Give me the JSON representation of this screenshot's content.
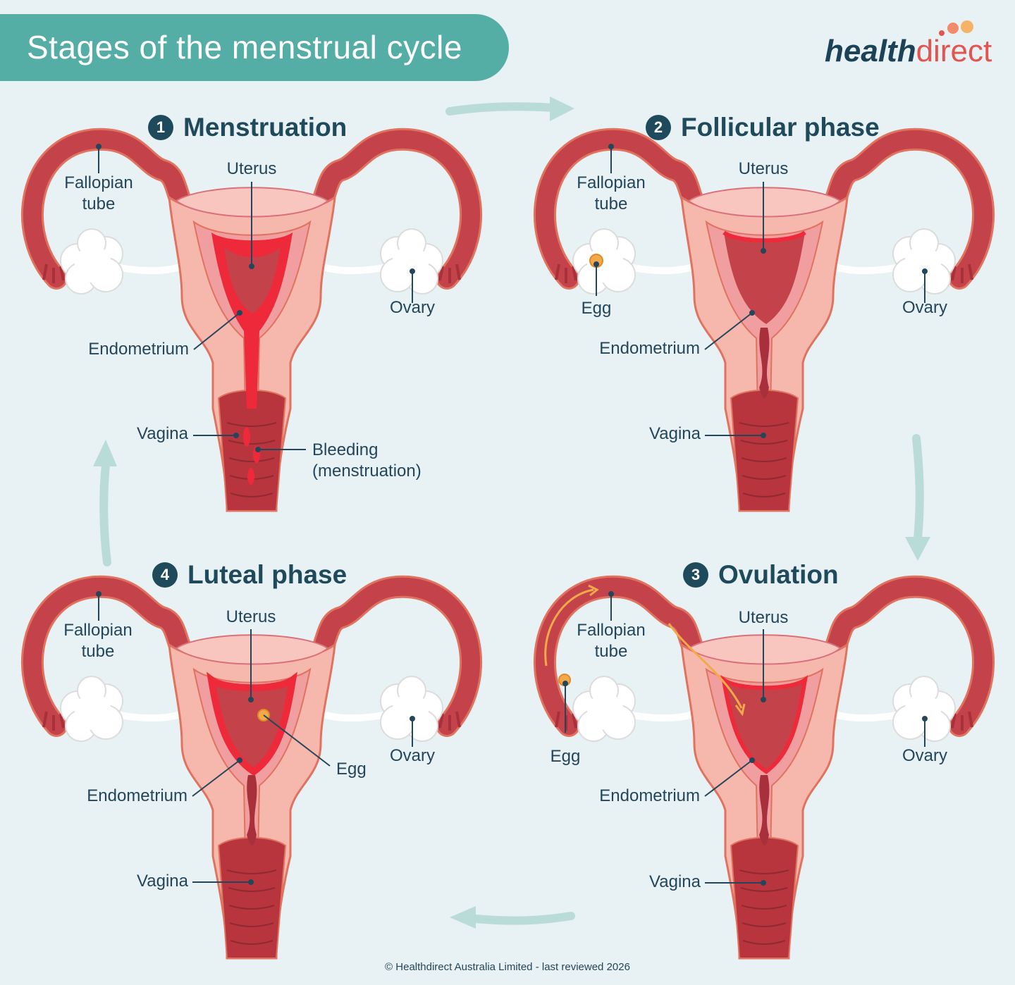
{
  "header": {
    "title": "Stages of the menstrual cycle"
  },
  "logo": {
    "part1": "health",
    "part2": "direct"
  },
  "colors": {
    "banner": "#55aea6",
    "title": "#1f4a5c",
    "arrow": "#b9dcd8",
    "tissue": "#c4424a",
    "blood": "#ee2a3a",
    "egg": "#f2a94a"
  },
  "panels": [
    {
      "number": "1",
      "title": "Menstruation",
      "labels": {
        "fallopian1": "Fallopian",
        "fallopian2": "tube",
        "uterus": "Uterus",
        "ovary": "Ovary",
        "endometrium": "Endometrium",
        "vagina": "Vagina",
        "bleeding1": "Bleeding",
        "bleeding2": "(menstruation)"
      }
    },
    {
      "number": "2",
      "title": "Follicular phase",
      "labels": {
        "fallopian1": "Fallopian",
        "fallopian2": "tube",
        "uterus": "Uterus",
        "ovary": "Ovary",
        "egg": "Egg",
        "endometrium": "Endometrium",
        "vagina": "Vagina"
      }
    },
    {
      "number": "3",
      "title": "Ovulation",
      "labels": {
        "fallopian1": "Fallopian",
        "fallopian2": "tube",
        "uterus": "Uterus",
        "ovary": "Ovary",
        "egg": "Egg",
        "endometrium": "Endometrium",
        "vagina": "Vagina"
      }
    },
    {
      "number": "4",
      "title": "Luteal phase",
      "labels": {
        "fallopian1": "Fallopian",
        "fallopian2": "tube",
        "uterus": "Uterus",
        "ovary": "Ovary",
        "egg": "Egg",
        "endometrium": "Endometrium",
        "vagina": "Vagina"
      }
    }
  ],
  "footer": {
    "text": "© Healthdirect Australia Limited - last reviewed 2026"
  }
}
